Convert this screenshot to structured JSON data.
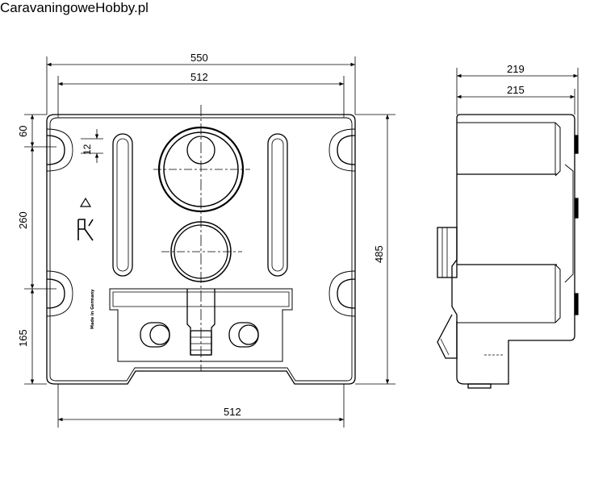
{
  "watermark": "CaravaningoweHobby.pl",
  "dimensions": {
    "front_overall_width": "550",
    "front_inner_width": "512",
    "front_bottom_width": "512",
    "front_top_offset": "60",
    "front_slot_gap": "12",
    "front_middle_height": "260",
    "front_bottom_height": "165",
    "front_total_height": "485",
    "side_overall_depth": "219",
    "side_body_depth": "215"
  },
  "tank_marking": "Made in Germany",
  "colors": {
    "line": "#000000",
    "background": "#ffffff"
  }
}
